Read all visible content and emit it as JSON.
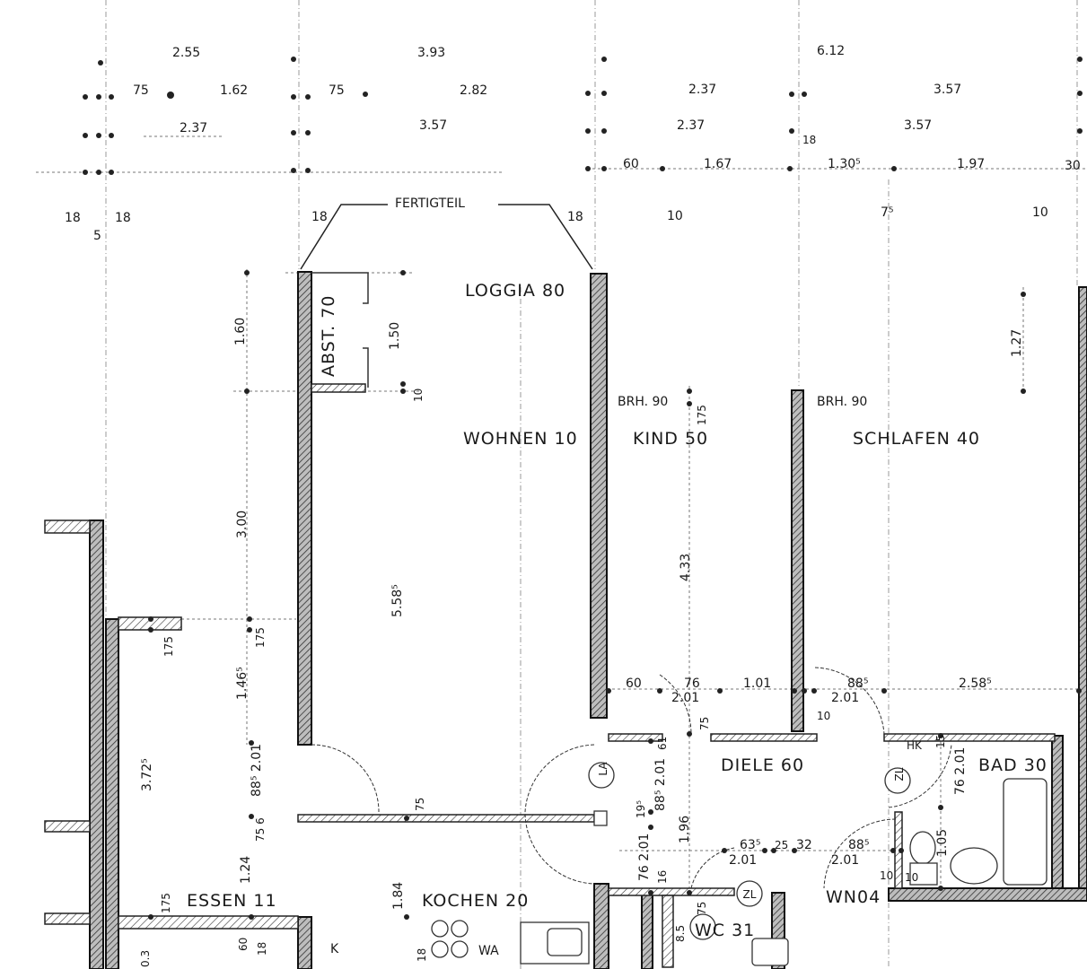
{
  "plan": {
    "top_dims": {
      "d1": "2.55",
      "d2": "3.93",
      "d3": "6.12",
      "d4": "75",
      "d5": "1.62",
      "d6": "75",
      "d7": "2.82",
      "d8": "2.37",
      "d9": "3.57",
      "d10": "2.37",
      "d11": "3.57",
      "d12": "2.37",
      "d13": "3.57",
      "d14": "18",
      "d15": "60",
      "d16": "1.67",
      "d17": "1.30⁵",
      "d18": "1.97",
      "d19": "30",
      "d20": "18",
      "d21": "18",
      "d22": "5",
      "d23": "18",
      "d24": "18",
      "d25": "10",
      "d26": "7⁵",
      "d27": "10"
    },
    "fertigteil": "FERTIGTEIL",
    "rooms": {
      "loggia": "LOGGIA 80",
      "abst": "ABST. 70",
      "wohnen": "WOHNEN 10",
      "kind": "KIND 50",
      "schlafen": "SCHLAFEN 40",
      "diele": "DIELE 60",
      "bad": "BAD 30",
      "essen": "ESSEN 11",
      "kochen": "KOCHEN 20",
      "wc": "WC 31",
      "wn": "WN04"
    },
    "symbols": {
      "la": "LA",
      "zl1": "ZL",
      "zl2": "ZL",
      "hk": "HK",
      "k": "K",
      "wa": "WA"
    },
    "brh1": "BRH. 90",
    "brh2": "BRH. 90",
    "inner_dims": {
      "a1": "1.60",
      "a2": "1.50",
      "a3": "10",
      "a4": "175",
      "a5": "1.27",
      "a6": "3.00",
      "a7": "5.58⁵",
      "a8": "4.33",
      "a9": "175",
      "a10": "175",
      "a11": "1.46⁵",
      "b1": "60",
      "b2": "76",
      "b3": "2.01",
      "b4": "1.01",
      "b5": "88⁵",
      "b6": "2.01",
      "b7": "10",
      "b8": "2.58⁵",
      "b9": "75",
      "b10": "3.72⁵",
      "b11": "88⁵ 2.01",
      "b12": "61",
      "b13": "88⁵ 2.01",
      "b14": "76 2.01",
      "b15": "75",
      "b16": "75 6",
      "b17": "19⁵",
      "b18": "1.96",
      "b19": "63⁵",
      "b20": "2.01",
      "b21": "25",
      "b22": "32",
      "b23": "88⁵",
      "b24": "2.01",
      "b25": "10",
      "b26": "1.05",
      "b27": "76 2.01",
      "b28": "16",
      "b29": "1.24",
      "b30": "1.84",
      "b31": "175",
      "b32": "75",
      "b33": "60",
      "b34": "18",
      "b35": "18",
      "b36": "0.3",
      "b37": "8.5",
      "b38": "15",
      "b39": "10"
    }
  }
}
